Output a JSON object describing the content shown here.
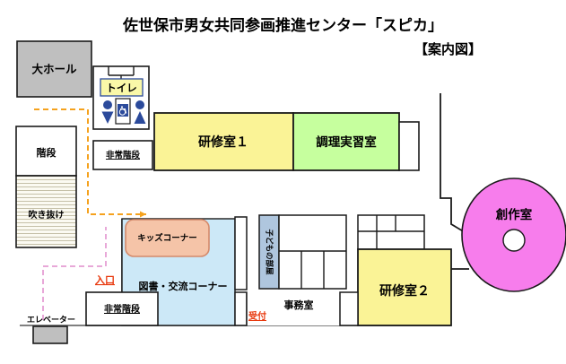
{
  "title": {
    "main": "佐世保市男女共同参画推進センター「スピカ」",
    "sub": "【案内図】"
  },
  "colors": {
    "hall_gray": "#BFBFBF",
    "room_yellow": "#FAF396",
    "kitchen_green": "#C6FF9E",
    "library_blue": "#CCE8F7",
    "kids_salmon": "#F5C4A8",
    "child_room_blue": "#AFC6DE",
    "studio_magenta": "#F77DEC",
    "toilet_label_yellow": "#FAF8A8",
    "toilet_icon_blue": "#2B4A9B",
    "entrance_red": "#E8380D",
    "path_orange": "#F5A21E",
    "path_pink": "#E8A8D8",
    "wall_black": "#1A1A1A",
    "wall_gray": "#808080"
  },
  "rooms": [
    {
      "id": "large-hall",
      "label": "大ホール",
      "fill": "#BFBFBF"
    },
    {
      "id": "toilet",
      "label": "トイレ",
      "fill": "#FAF8A8"
    },
    {
      "id": "stairs",
      "label": "階段",
      "fill": "#FFFFFF"
    },
    {
      "id": "atrium",
      "label": "吹き抜け",
      "fill": "#FFFFFF"
    },
    {
      "id": "emergency-stairs-upper",
      "label": "非常階段",
      "fill": "#FFFFFF"
    },
    {
      "id": "training-room-1",
      "label": "研修室１",
      "fill": "#FAF396"
    },
    {
      "id": "cooking-room",
      "label": "調理実習室",
      "fill": "#C6FF9E"
    },
    {
      "id": "kids-corner",
      "label": "キッズコーナー",
      "fill": "#F5C4A8"
    },
    {
      "id": "library-exchange-corner",
      "label": "図書・交流コーナー",
      "fill": "#CCE8F7"
    },
    {
      "id": "childrens-room",
      "label": "子どもの部屋",
      "fill": "#AFC6DE"
    },
    {
      "id": "office",
      "label": "事務室",
      "fill": "#FFFFFF"
    },
    {
      "id": "training-room-2",
      "label": "研修室２",
      "fill": "#FAF396"
    },
    {
      "id": "creation-room",
      "label": "創作室",
      "fill": "#F77DEC"
    },
    {
      "id": "emergency-stairs-lower",
      "label": "非常階段",
      "fill": "#FFFFFF"
    },
    {
      "id": "elevator",
      "label": "エレベーター",
      "fill": "#BFBFBF"
    },
    {
      "id": "entrance",
      "label": "入口",
      "fill": ""
    },
    {
      "id": "reception",
      "label": "受付",
      "fill": ""
    }
  ],
  "labels": {
    "large_hall": "大ホール",
    "toilet": "トイレ",
    "stairs": "階段",
    "atrium": "吹き抜け",
    "emergency_stairs_upper": "非常階段",
    "training_room_1": "研修室１",
    "cooking_room": "調理実習室",
    "kids_corner": "キッズコーナー",
    "library_corner": "図書・交流コーナー",
    "childrens_room": "子どもの部屋",
    "office": "事務室",
    "training_room_2": "研修室２",
    "creation_room": "創作室",
    "emergency_stairs_lower": "非常階段",
    "elevator": "エレベーター",
    "entrance": "入口",
    "reception": "受付"
  },
  "icons": {
    "female_restroom": "female-restroom-icon",
    "male_restroom": "male-restroom-icon",
    "wheelchair_accessible": "wheelchair-accessible-icon"
  },
  "paths": [
    {
      "id": "orange-route",
      "color": "#F5A21E",
      "style": "dashed"
    },
    {
      "id": "pink-route",
      "color": "#E8A8D8",
      "style": "dashed"
    }
  ]
}
